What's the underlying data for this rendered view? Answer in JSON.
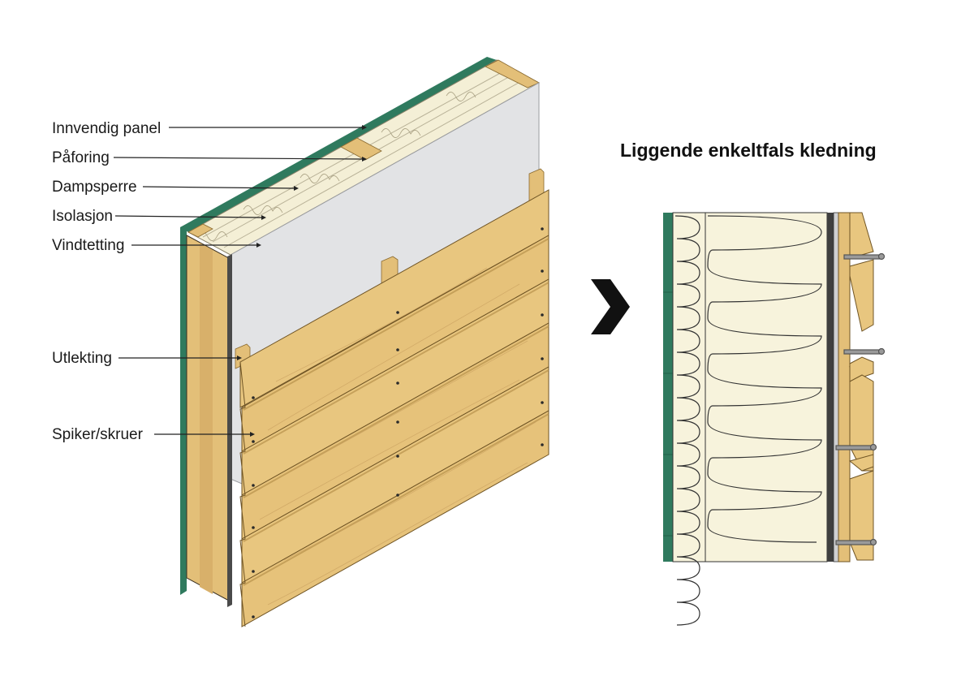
{
  "title": "Liggende enkeltfals kledning",
  "labels": {
    "innvendig_panel": "Innvendig panel",
    "paforing": "Påforing",
    "dampsperre": "Dampsperre",
    "isolasjon": "Isolasjon",
    "vindtetting": "Vindtetting",
    "utlekting": "Utlekting",
    "spiker_skruer": "Spiker/skruer"
  },
  "colors": {
    "wood": "#e8c67f",
    "wood_dark": "#d4a95c",
    "wind_barrier": "#2f7a5e",
    "panel": "#e2e3e5",
    "insulation": "#f7f3dc",
    "vapor_barrier": "#4a4a4a"
  },
  "icons": {
    "arrow": "chevron-right-icon"
  }
}
